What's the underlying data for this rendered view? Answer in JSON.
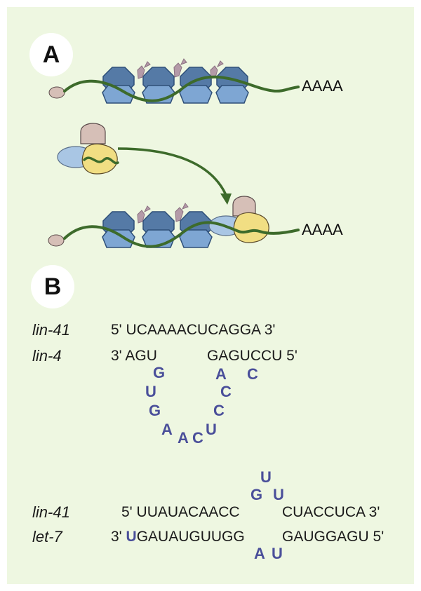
{
  "panel_a": {
    "label": "A",
    "polyA_top": "AAAA",
    "polyA_bottom": "AAAA"
  },
  "panel_b": {
    "label": "B",
    "pair1": {
      "top_name": "lin-41",
      "top_seq": "5' UCAAAACUCAGGA 3'",
      "bottom_name": "lin-4",
      "bottom_seq_left": "3' AGU",
      "bottom_seq_right": "GAGUCCU 5'",
      "loop_left": [
        "G",
        "U",
        "G",
        "A",
        "A",
        "C",
        "U",
        "C",
        "C"
      ],
      "loop_right_extra": [
        "A",
        "C"
      ]
    },
    "pair2": {
      "top_name": "lin-41",
      "top_seq_left": "5' UUAUACAACC",
      "top_seq_right": "CUACCUCA 3'",
      "bottom_name": "let-7",
      "bottom_seq_prefix": "3' ",
      "bottom_seq_u": "U",
      "bottom_seq_left": "GAUAUGUUGG",
      "bottom_seq_right": "GAUGGAGU 5'",
      "bulge_top": [
        "G",
        "U",
        "U"
      ],
      "bulge_bottom": [
        "A",
        "U"
      ]
    }
  },
  "colors": {
    "background": "#eef7e1",
    "mrna_line": "#3d6b2b",
    "ribosome_dark": "#557aa6",
    "ribosome_light": "#7ea6d3",
    "trna": "#b49aa8",
    "risc_pink": "#d6bfb7",
    "risc_blue": "#a9c6e4",
    "risc_yellow": "#f1de83",
    "unpaired_bases": "#4a4f9a"
  }
}
